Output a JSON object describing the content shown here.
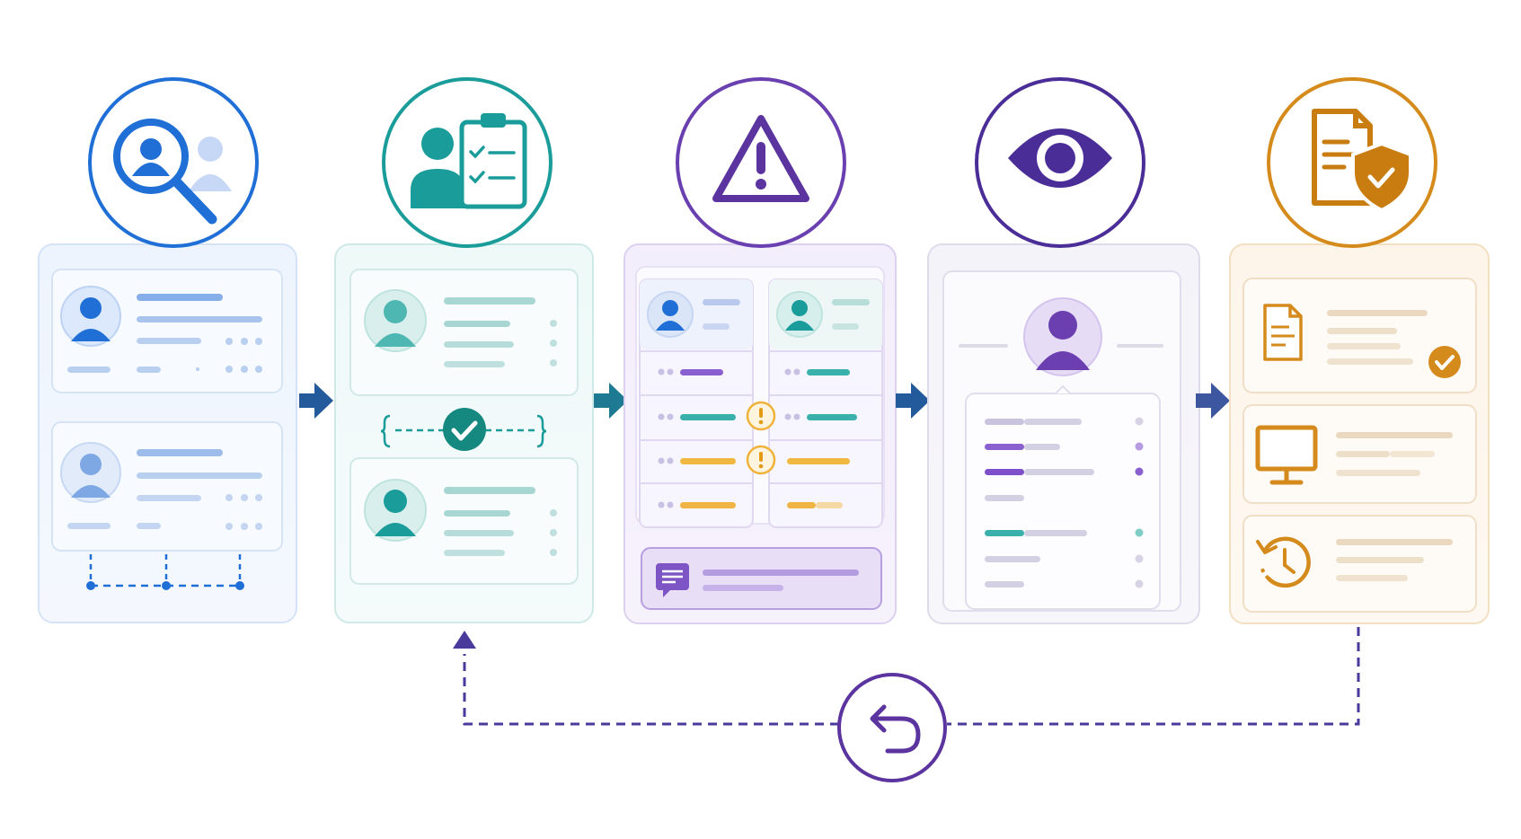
{
  "stages": [
    {
      "id": "discover",
      "icon": "magnifier-person-icon",
      "color": "#1f6fd6"
    },
    {
      "id": "verify",
      "icon": "person-checklist-icon",
      "color": "#1a9c9a"
    },
    {
      "id": "flag",
      "icon": "warning-triangle-icon",
      "color": "#6a3fb0"
    },
    {
      "id": "review",
      "icon": "eye-icon",
      "color": "#5b34a0"
    },
    {
      "id": "document",
      "icon": "document-shield-icon",
      "color": "#d58a1c"
    }
  ],
  "colors": {
    "blue": "#1f6fd6",
    "teal": "#1a9c9a",
    "purple": "#6a3fb0",
    "deep_purple": "#3f2d8c",
    "orange": "#d58a1c",
    "arrow": "#235a9c"
  },
  "loop": {
    "icon": "undo-arrow-icon"
  }
}
